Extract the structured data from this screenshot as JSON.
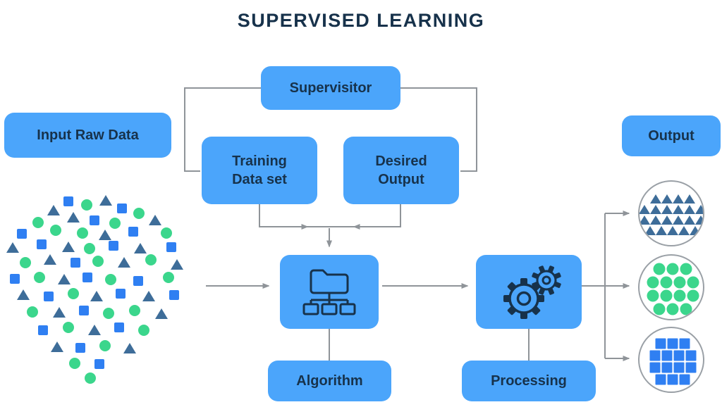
{
  "title": "SUPERVISED LEARNING",
  "nodes": {
    "supervisitor": {
      "label": "Supervisitor"
    },
    "input_raw_data": {
      "label": "Input Raw Data"
    },
    "training": {
      "label": "Training\nData set"
    },
    "desired": {
      "label": "Desired\nOutput"
    },
    "output": {
      "label": "Output"
    },
    "algorithm": {
      "label": "Algorithm"
    },
    "processing": {
      "label": "Processing"
    }
  },
  "icons": {
    "algorithm": "folder-hierarchy-icon",
    "processing": "gears-icon"
  },
  "colors": {
    "box_blue": "#4BA5FB",
    "text_navy": "#17324B",
    "connector_gray": "#8F9499",
    "green_circle": "#3BD68C",
    "blue_square": "#2F7FF2",
    "slate_triangle": "#3E6D99"
  },
  "scatter": [
    [
      "s",
      97,
      286
    ],
    [
      "c",
      123,
      291
    ],
    [
      "t",
      150,
      285
    ],
    [
      "s",
      173,
      296
    ],
    [
      "t",
      76,
      299
    ],
    [
      "c",
      197,
      303
    ],
    [
      "c",
      54,
      316
    ],
    [
      "t",
      104,
      309
    ],
    [
      "s",
      134,
      313
    ],
    [
      "c",
      163,
      317
    ],
    [
      "t",
      220,
      313
    ],
    [
      "s",
      31,
      332
    ],
    [
      "c",
      79,
      327
    ],
    [
      "c",
      117,
      331
    ],
    [
      "t",
      149,
      334
    ],
    [
      "s",
      189,
      329
    ],
    [
      "c",
      236,
      331
    ],
    [
      "t",
      18,
      352
    ],
    [
      "s",
      59,
      347
    ],
    [
      "t",
      97,
      351
    ],
    [
      "c",
      127,
      353
    ],
    [
      "s",
      161,
      349
    ],
    [
      "t",
      199,
      353
    ],
    [
      "s",
      243,
      351
    ],
    [
      "c",
      36,
      373
    ],
    [
      "t",
      71,
      369
    ],
    [
      "s",
      107,
      373
    ],
    [
      "c",
      139,
      371
    ],
    [
      "t",
      176,
      373
    ],
    [
      "c",
      214,
      369
    ],
    [
      "t",
      251,
      376
    ],
    [
      "s",
      21,
      396
    ],
    [
      "c",
      56,
      394
    ],
    [
      "t",
      91,
      397
    ],
    [
      "s",
      124,
      394
    ],
    [
      "c",
      157,
      397
    ],
    [
      "s",
      196,
      399
    ],
    [
      "c",
      239,
      394
    ],
    [
      "t",
      33,
      419
    ],
    [
      "s",
      69,
      421
    ],
    [
      "c",
      104,
      417
    ],
    [
      "t",
      137,
      421
    ],
    [
      "s",
      171,
      417
    ],
    [
      "t",
      211,
      421
    ],
    [
      "s",
      247,
      419
    ],
    [
      "c",
      46,
      443
    ],
    [
      "t",
      84,
      444
    ],
    [
      "s",
      119,
      441
    ],
    [
      "c",
      154,
      445
    ],
    [
      "c",
      191,
      441
    ],
    [
      "t",
      229,
      446
    ],
    [
      "s",
      61,
      469
    ],
    [
      "c",
      97,
      465
    ],
    [
      "t",
      134,
      469
    ],
    [
      "s",
      169,
      465
    ],
    [
      "c",
      204,
      469
    ],
    [
      "t",
      81,
      493
    ],
    [
      "s",
      114,
      494
    ],
    [
      "c",
      149,
      491
    ],
    [
      "t",
      184,
      495
    ],
    [
      "c",
      106,
      516
    ],
    [
      "s",
      141,
      517
    ],
    [
      "c",
      128,
      537
    ]
  ],
  "output_circles": [
    {
      "name": "triangles",
      "shape": "triangle",
      "rows": [
        4,
        6,
        6,
        5
      ],
      "gap": 16,
      "vgap": 15
    },
    {
      "name": "circles",
      "shape": "circle",
      "rows": [
        3,
        4,
        4,
        3
      ],
      "gap": 19,
      "vgap": 19
    },
    {
      "name": "squares",
      "shape": "square",
      "rows": [
        3,
        4,
        4,
        3
      ],
      "gap": 17,
      "vgap": 17
    }
  ]
}
